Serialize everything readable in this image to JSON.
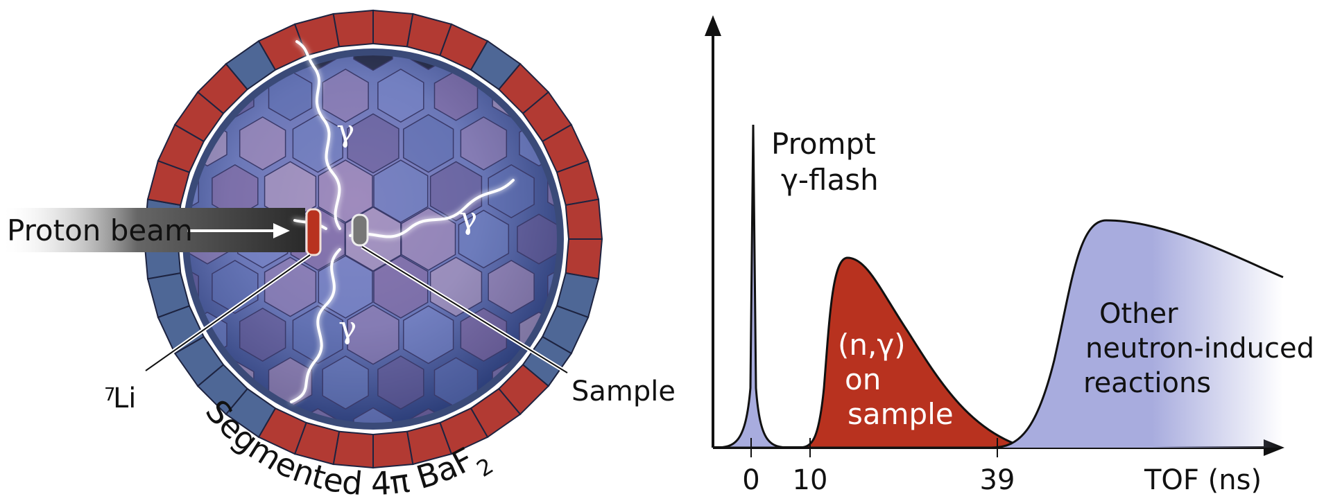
{
  "detector": {
    "beam_label": "Proton beam",
    "gamma_symbol": "γ",
    "li_mass_number": "7",
    "li_symbol": "Li",
    "sample_label": "Sample",
    "array_label": "Segmented 4π BaF",
    "array_label_subscript": "2",
    "colors": {
      "shell_red": "#b23a33",
      "shell_blue": "#4e6796",
      "target_red": "#b8321f",
      "sample_gray": "#777777"
    }
  },
  "chart_data": {
    "type": "area",
    "title": "",
    "xlabel": "TOF (ns)",
    "ylabel": "",
    "x_ticks": [
      "0",
      "10",
      "39"
    ],
    "annotations": [
      {
        "lines": [
          "Prompt",
          "γ-flash"
        ]
      },
      {
        "lines": [
          "(n,γ)",
          "on",
          "sample"
        ]
      },
      {
        "lines": [
          "Other",
          "neutron-induced",
          "reactions"
        ]
      }
    ],
    "series": [
      {
        "color": "#a8acde",
        "peak_at": 0
      },
      {
        "color": "#b8321f"
      },
      {
        "color": "#a8acde"
      }
    ]
  }
}
